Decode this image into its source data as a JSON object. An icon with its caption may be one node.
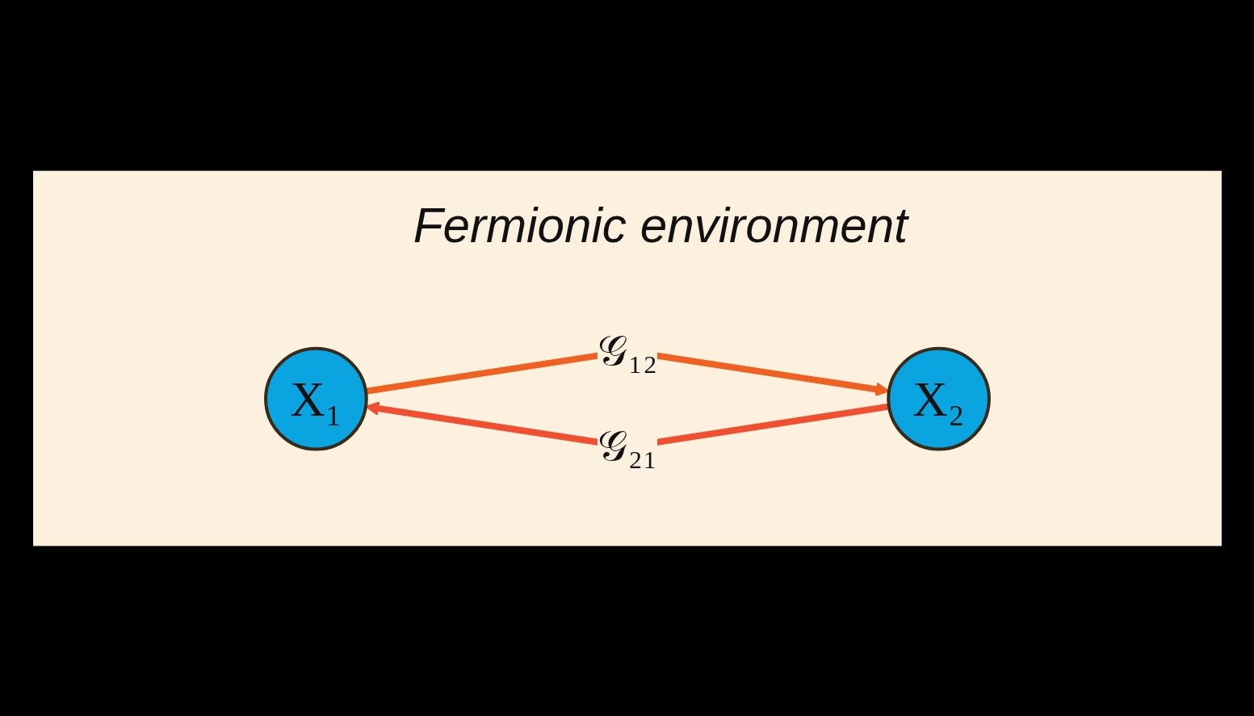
{
  "diagram": {
    "nodes": [
      {
        "text": [
          "Fermionic environment"
        ]
      },
      {
        "text": [
          "X₁"
        ],
        "in": 0
      },
      {
        "text": [
          "X₂"
        ],
        "in": 0
      }
    ],
    "edges": [
      {
        "from": 2,
        "to": 1,
        "arrow": "to",
        "label": "𝒢₂₁",
        "color": "#f05030"
      },
      {
        "from": 1,
        "to": 2,
        "arrow": "to",
        "label": "𝒢₁₂",
        "color": "#f06020"
      }
    ]
  }
}
